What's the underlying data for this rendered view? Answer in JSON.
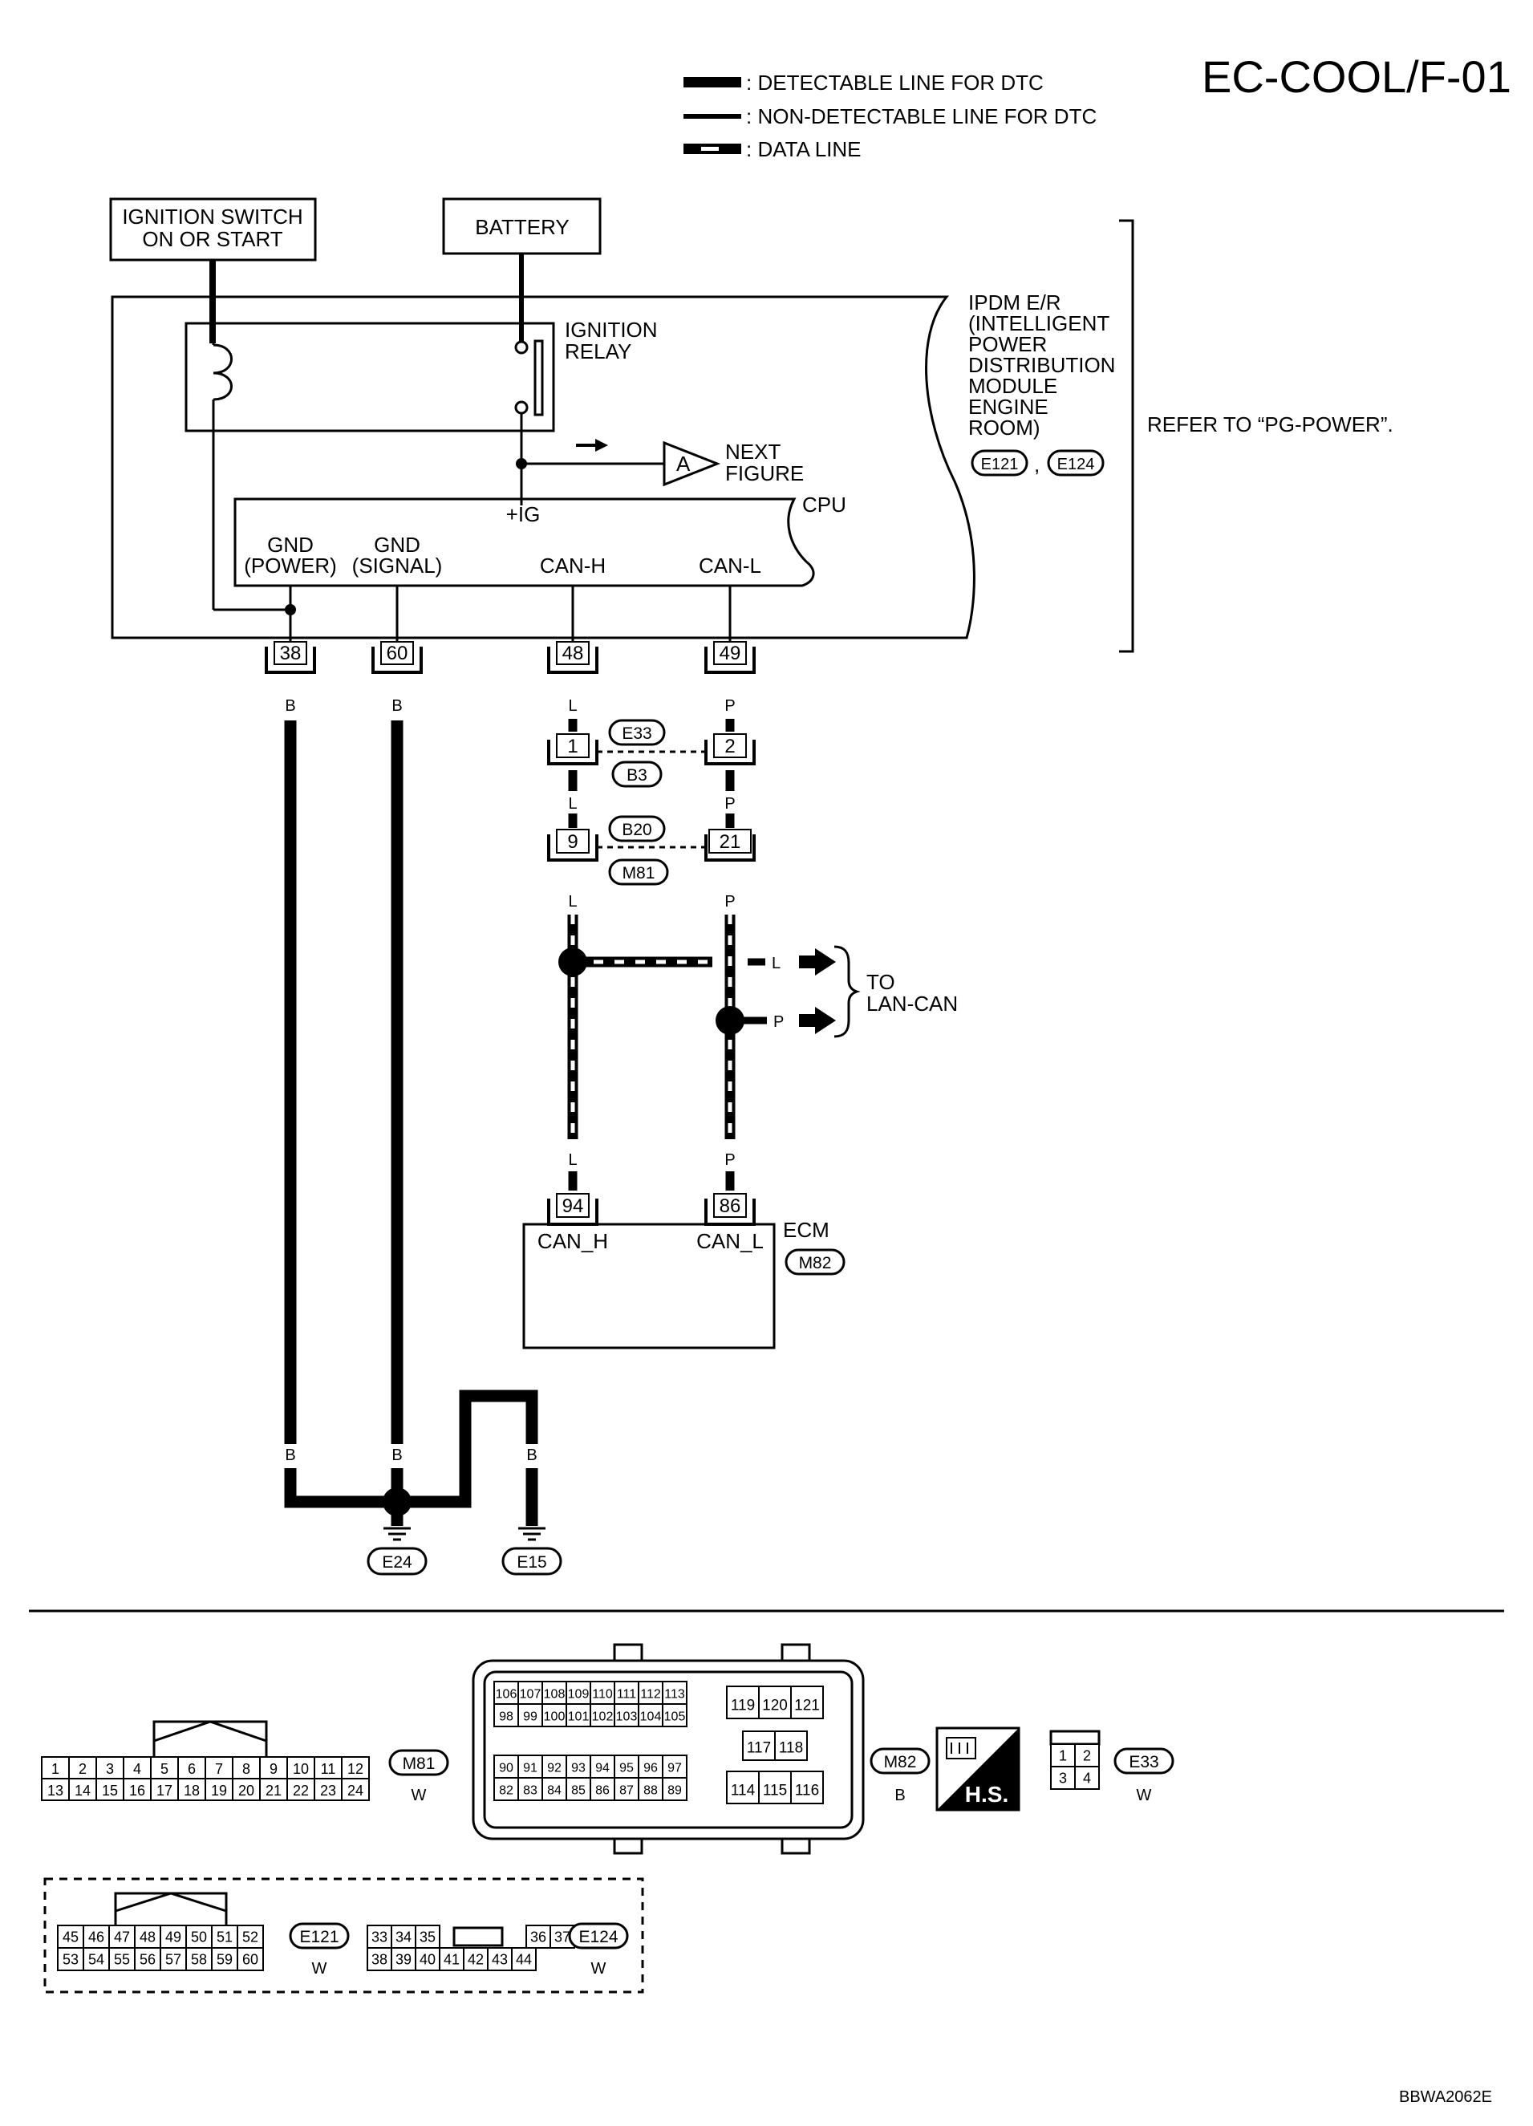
{
  "title": "EC-COOL/F-01",
  "legend": {
    "detectable": ": DETECTABLE LINE FOR DTC",
    "non_detectable": ": NON-DETECTABLE LINE FOR DTC",
    "data_line": ": DATA LINE"
  },
  "ignition_switch": [
    "IGNITION SWITCH",
    "ON OR START"
  ],
  "battery": "BATTERY",
  "ignition_relay": [
    "IGNITION",
    "RELAY"
  ],
  "ipdm": [
    "IPDM E/R",
    "(INTELLIGENT",
    "POWER",
    "DISTRIBUTION",
    "MODULE",
    "ENGINE",
    "ROOM)"
  ],
  "ipdm_connectors": [
    "E121",
    "E124"
  ],
  "refer": "REFER TO “PG-POWER”.",
  "next_figure": {
    "connector": "A",
    "label": [
      "NEXT",
      "FIGURE"
    ]
  },
  "cpu": {
    "label": "CPU",
    "ig": "+IG",
    "gnd_power": [
      "GND",
      "(POWER)"
    ],
    "gnd_signal": [
      "GND",
      "(SIGNAL)"
    ],
    "can_h": "CAN-H",
    "can_l": "CAN-L"
  },
  "pins": {
    "gnd_power": "38",
    "gnd_signal": "60",
    "can_h": "48",
    "can_l": "49"
  },
  "wire_colors": {
    "b": "B",
    "l": "L",
    "p": "P"
  },
  "joint1": {
    "left_pin": "1",
    "right_pin": "2",
    "top_conn": "E33",
    "bottom_conn": "B3"
  },
  "joint2": {
    "left_pin": "9",
    "right_pin": "21",
    "top_conn": "B20",
    "bottom_conn": "M81"
  },
  "lan_can": [
    "TO",
    "LAN-CAN"
  ],
  "ecm": {
    "label": "ECM",
    "connector": "M82",
    "pin_h": "94",
    "pin_l": "86",
    "can_h": "CAN_H",
    "can_l": "CAN_L"
  },
  "grounds": [
    "E24",
    "E15"
  ],
  "connectors": {
    "m81": {
      "id": "M81",
      "color": "W",
      "row1": [
        "1",
        "2",
        "3",
        "4",
        "5",
        "6",
        "7",
        "8",
        "9",
        "10",
        "11",
        "12"
      ],
      "row2": [
        "13",
        "14",
        "15",
        "16",
        "17",
        "18",
        "19",
        "20",
        "21",
        "22",
        "23",
        "24"
      ]
    },
    "m82": {
      "id": "M82",
      "color": "B",
      "rowA": [
        "106",
        "107",
        "108",
        "109",
        "110",
        "111",
        "112",
        "113"
      ],
      "rowB": [
        "98",
        "99",
        "100",
        "101",
        "102",
        "103",
        "104",
        "105"
      ],
      "rowC": [
        "90",
        "91",
        "92",
        "93",
        "94",
        "95",
        "96",
        "97"
      ],
      "rowD": [
        "82",
        "83",
        "84",
        "85",
        "86",
        "87",
        "88",
        "89"
      ],
      "right_top": [
        "119",
        "120",
        "121"
      ],
      "right_mid": [
        "117",
        "118"
      ],
      "right_bot": [
        "114",
        "115",
        "116"
      ]
    },
    "hs": "H.S.",
    "e33": {
      "id": "E33",
      "color": "W",
      "row1": [
        "1",
        "2"
      ],
      "row2": [
        "3",
        "4"
      ]
    },
    "e121": {
      "id": "E121",
      "color": "W",
      "row1": [
        "45",
        "46",
        "47",
        "48",
        "49",
        "50",
        "51",
        "52"
      ],
      "row2": [
        "53",
        "54",
        "55",
        "56",
        "57",
        "58",
        "59",
        "60"
      ]
    },
    "e124": {
      "id": "E124",
      "color": "W",
      "row1": [
        "33",
        "34",
        "35",
        "36",
        "37"
      ],
      "row2": [
        "38",
        "39",
        "40",
        "41",
        "42",
        "43",
        "44"
      ]
    }
  },
  "code": "BBWA2062E"
}
